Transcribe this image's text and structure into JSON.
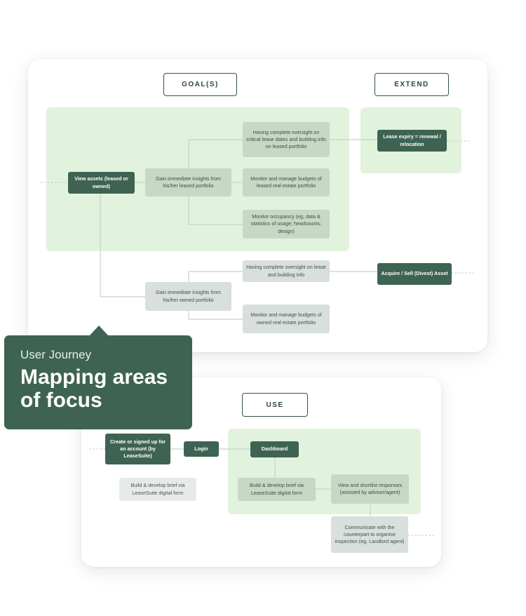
{
  "headers": {
    "goals": "GOAL(S)",
    "extend": "EXTEND",
    "use": "USE"
  },
  "goal_nodes": {
    "view_assets": "View assets (leased or owned)",
    "insights_leased": "Gain immediate insights from his/her leased portfolio",
    "oversight_leased": "Having complete oversight on critical lease dates and building info on leased portfolio",
    "budgets_leased": "Monitor and manage budgets of leased real estate portfolio",
    "occupancy": "Monitor occupancy (eg, data & statistics of usage; headcounts; design)",
    "insights_owned": "Gain immediate insights from his/her owned portfolio",
    "oversight_owned": "Having complete oversight on lease and building info",
    "budgets_owned": "Monitor and manage budgets of owned real estate portfolio"
  },
  "extend_nodes": {
    "lease_expiry": "Lease expiry = renewal / relocation",
    "acquire_sell": "Acquire / Sell (Divest) Asset"
  },
  "use_nodes": {
    "create_account": "Create or signed up for an account (by LeaseSuite)",
    "login": "Login",
    "dashboard": "Dashboard",
    "brief_faint": "Build & develop brief via LeaseSuite digital form",
    "brief": "Build & develop brief via LeaseSuite digital form",
    "shortlist": "View and shortlist responses (assisted by advisor/agent)",
    "communicate": "Communicate with the counterpart to organise inspection (eg. Landlord agent)"
  },
  "callout": {
    "subtitle": "User Journey",
    "title": "Mapping areas of focus"
  },
  "colors": {
    "dark_green": "#3e6352",
    "mid_green": "#c5d9c4",
    "region_green": "#e1f3dd",
    "grey_node": "#d8dfdc",
    "header_border": "#33524a"
  }
}
